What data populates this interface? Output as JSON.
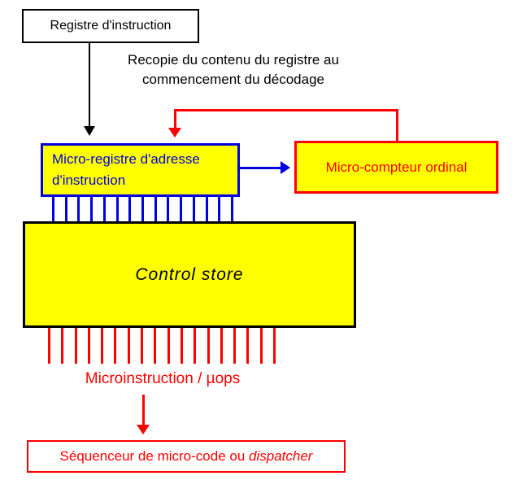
{
  "colors": {
    "yellow": "#FFFF00",
    "blue": "#0000E0",
    "red": "#FF0000",
    "ink": "#000000",
    "background": "#FFFFFF"
  },
  "nodes": {
    "instruction_register": {
      "label": "Registre d'instruction"
    },
    "micro_address_register": {
      "label": "Micro-registre d'adresse d'instruction"
    },
    "micro_program_counter": {
      "label": "Micro-compteur ordinal"
    },
    "control_store": {
      "label": "Control store"
    },
    "microcode_sequencer": {
      "text_regular": "Séquenceur de micro-code ou",
      "text_italic": "dispatcher"
    }
  },
  "annotations": {
    "copy_note_line1": "Recopie du contenu du registre au",
    "copy_note_line2": "commencement du décodage",
    "micro_ops_label": "Microinstruction / µops"
  },
  "buses": {
    "address_bus": {
      "color": "#0000E0",
      "line_count": 15
    },
    "microinstruction_bus": {
      "color": "#FF0000",
      "line_count": 18
    }
  }
}
